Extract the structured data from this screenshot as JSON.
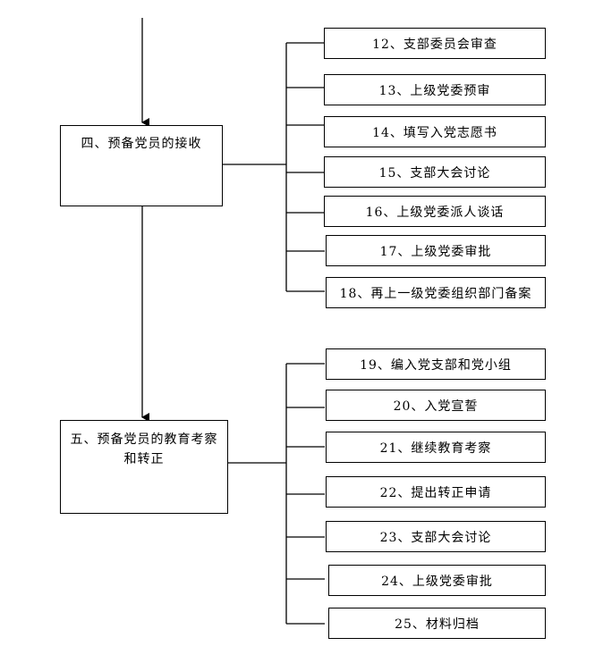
{
  "stage4": {
    "title": "四、预备党员的接收"
  },
  "stage5": {
    "title_line1": "五、预备党员的教育考察",
    "title_line2": "和转正"
  },
  "stage4_steps": [
    "12、支部委员会审查",
    "13、上级党委预审",
    "14、填写入党志愿书",
    "15、支部大会讨论",
    "16、上级党委派人谈话",
    "17、上级党委审批",
    "18、再上一级党委组织部门备案"
  ],
  "stage5_steps": [
    "19、编入党支部和党小组",
    "20、入党宣誓",
    "21、继续教育考察",
    "22、提出转正申请",
    "23、支部大会讨论",
    "24、上级党委审批",
    "25、材料归档"
  ]
}
